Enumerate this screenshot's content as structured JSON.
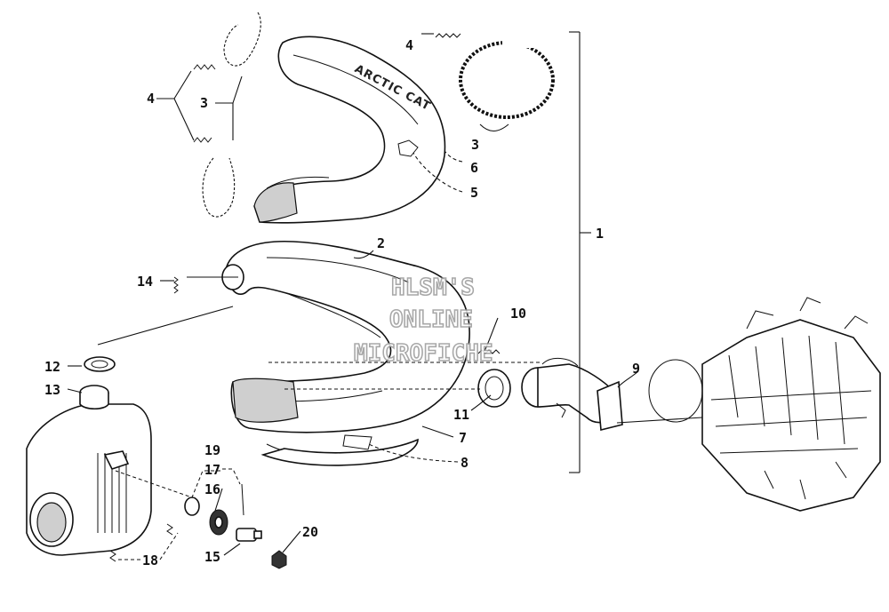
{
  "diagram": {
    "watermark": [
      "HLSM'S",
      "ONLINE",
      "MICROFICHE"
    ],
    "decal_text": "ARCTIC CAT",
    "callouts": [
      "1",
      "2",
      "3",
      "3",
      "4",
      "4",
      "5",
      "6",
      "7",
      "8",
      "9",
      "10",
      "11",
      "12",
      "13",
      "14",
      "15",
      "16",
      "17",
      "18",
      "19",
      "20"
    ]
  }
}
